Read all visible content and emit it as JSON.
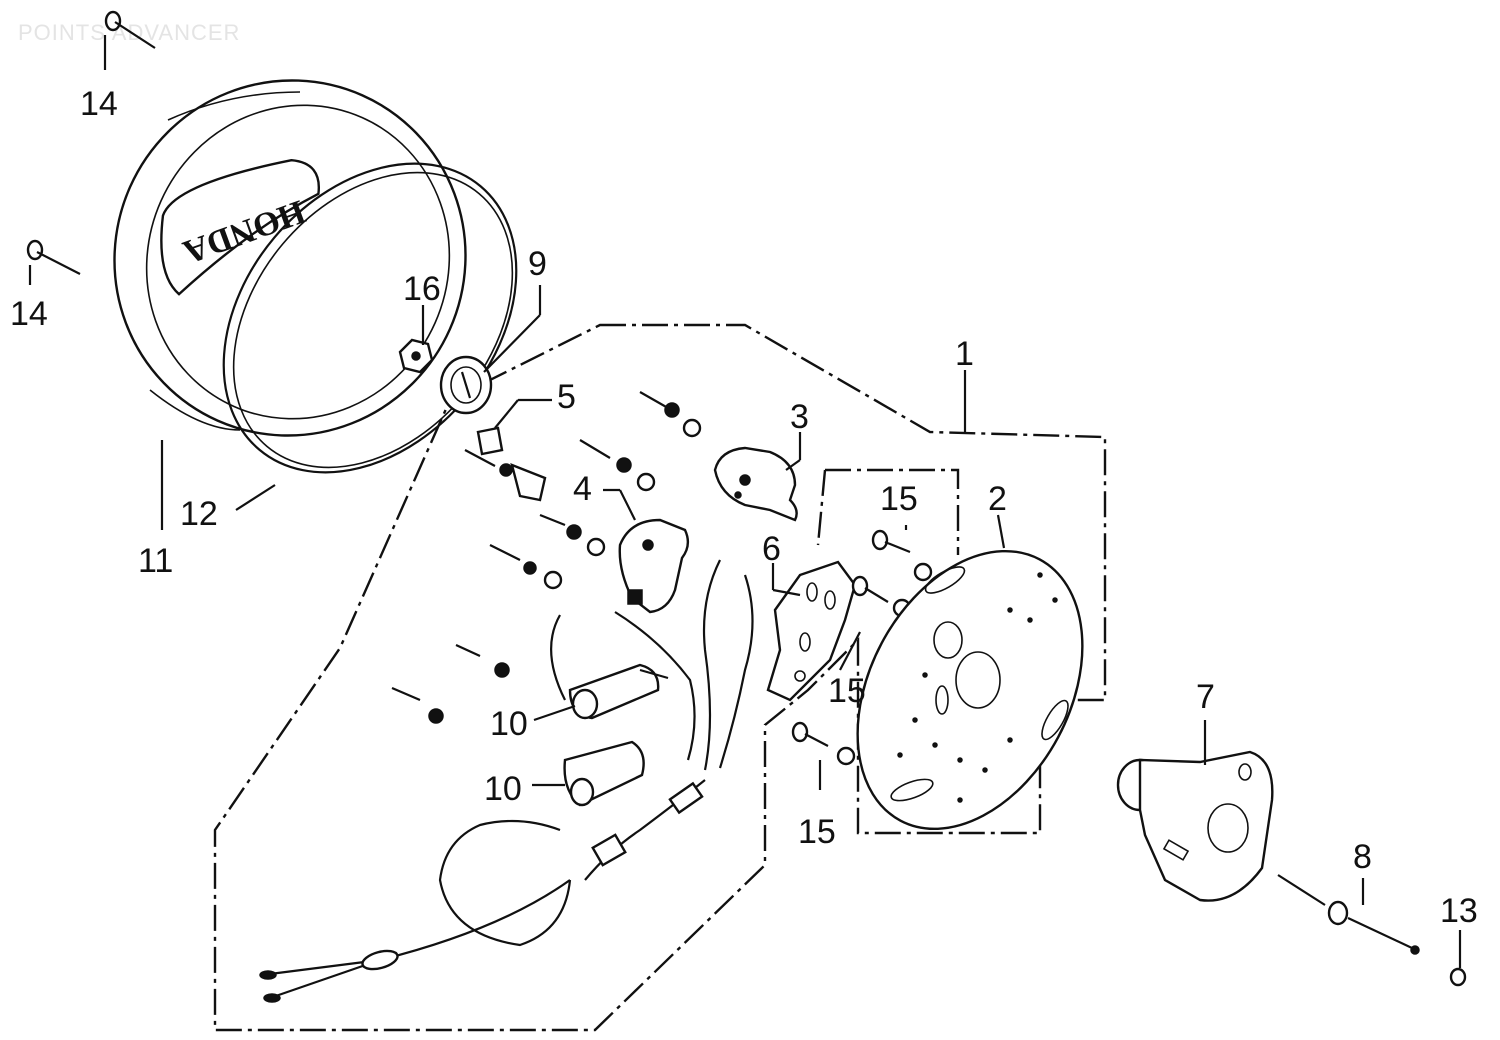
{
  "watermark": "POINTS ADVANCER",
  "callouts": {
    "c1": "1",
    "c2": "2",
    "c3": "3",
    "c4": "4",
    "c5": "5",
    "c6": "6",
    "c7": "7",
    "c8": "8",
    "c9": "9",
    "c10a": "10",
    "c10b": "10",
    "c11": "11",
    "c12": "12",
    "c13": "13",
    "c14a": "14",
    "c14b": "14",
    "c15a": "15",
    "c15b": "15",
    "c15c": "15",
    "c16": "16"
  },
  "cover_emblem": "HONDA"
}
